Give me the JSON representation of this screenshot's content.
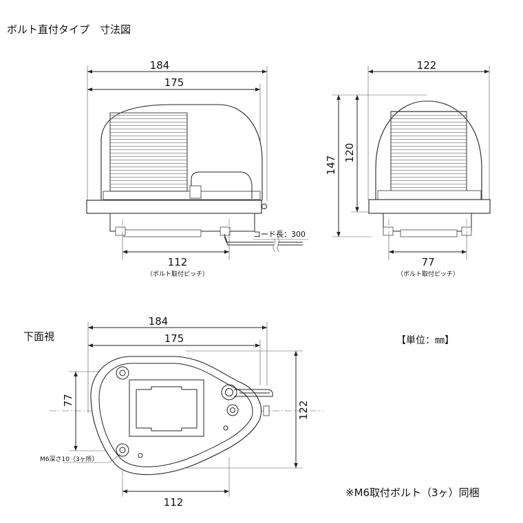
{
  "title": "ボルト直付タイプ　寸法図",
  "bottom_view_title": "下面視",
  "unit_label": "【単位：㎜】",
  "note": "※M6取付ボルト（3ヶ）同梱",
  "front_view": {
    "width_outer": "184",
    "width_inner": "175",
    "pitch": "112",
    "pitch_note": "（ボルト取付ピッチ）",
    "cord_label": "コード長：300"
  },
  "side_view": {
    "width": "122",
    "height_total": "147",
    "height_body": "120",
    "pitch": "77",
    "pitch_note": "（ボルト取付ピッチ）"
  },
  "bottom_view": {
    "width_outer": "184",
    "width_inner": "175",
    "pitch_y": "77",
    "pitch_x": "112",
    "depth": "122",
    "hole_note": "M6深さ10（3ヶ所）"
  }
}
